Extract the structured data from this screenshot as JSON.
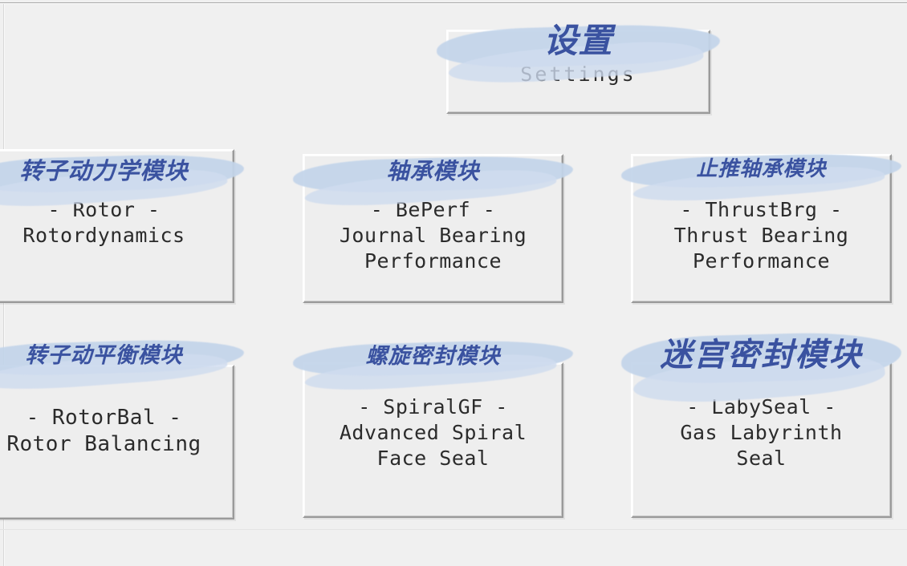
{
  "window": {
    "background_color": "#f0f0f0",
    "accent_color": "#3a52a0",
    "highlight_color": "#c3d5ea",
    "face_color": "#eeeeee"
  },
  "settings_button": {
    "cn_label": "设置",
    "en_label": "Settings"
  },
  "modules": [
    {
      "id": "rotor",
      "cn_label": "转子动力学模块",
      "code_line": "- Rotor -",
      "desc_line": "Rotordynamics"
    },
    {
      "id": "beperf",
      "cn_label": "轴承模块",
      "code_line": "- BePerf -",
      "desc_line": "Journal Bearing\nPerformance"
    },
    {
      "id": "thrustbrg",
      "cn_label": "止推轴承模块",
      "code_line": "- ThrustBrg -",
      "desc_line": "Thrust Bearing\nPerformance"
    },
    {
      "id": "rotorbal",
      "cn_label": "转子动平衡模块",
      "code_line": "- RotorBal -",
      "desc_line": "Rotor Balancing"
    },
    {
      "id": "spiralgf",
      "cn_label": "螺旋密封模块",
      "code_line": "- SpiralGF -",
      "desc_line": "Advanced Spiral\nFace Seal"
    },
    {
      "id": "labyseal",
      "cn_label": "迷宫密封模块",
      "code_line": "- LabySeal -",
      "desc_line": "Gas Labyrinth\nSeal"
    }
  ]
}
